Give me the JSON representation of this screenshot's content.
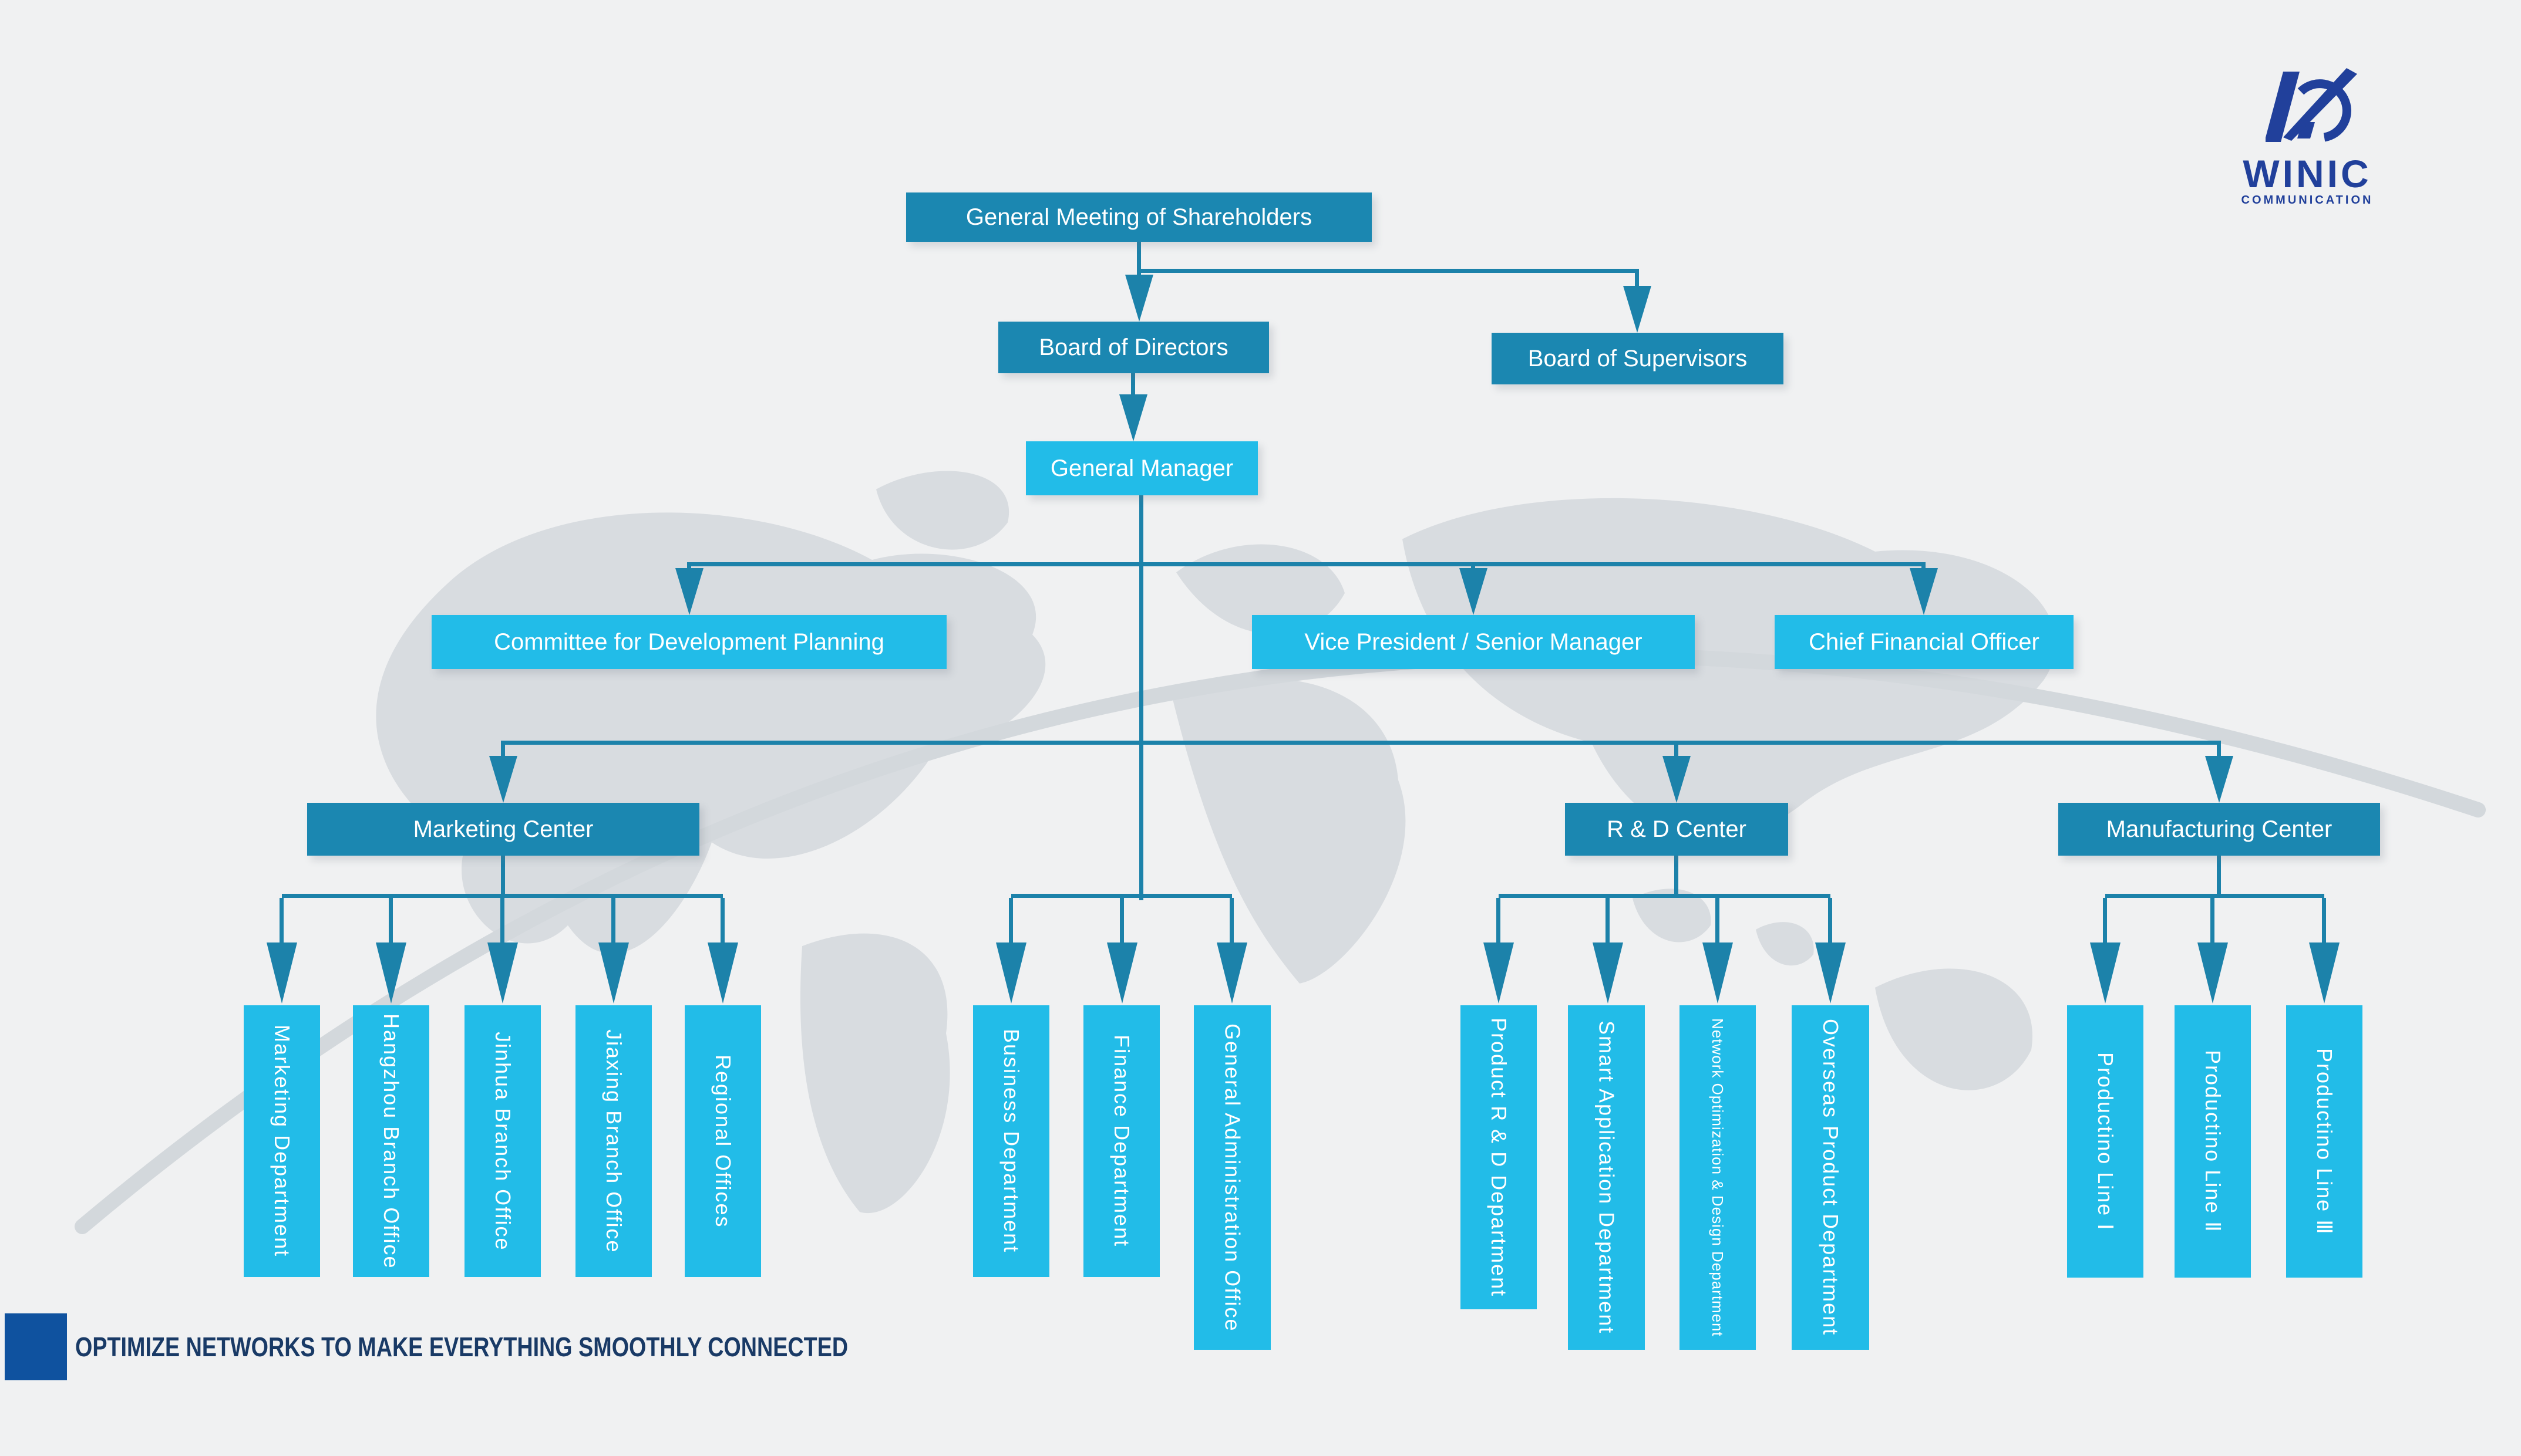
{
  "logo": {
    "name": "WINIC",
    "subtitle": "COMMUNICATION"
  },
  "tagline": "OPTIMIZE NETWORKS TO MAKE EVERYTHING SMOOTHLY CONNECTED",
  "org": {
    "level1": {
      "shareholders": "General Meeting of Shareholders"
    },
    "level2": {
      "directors": "Board of Directors",
      "supervisors": "Board of Supervisors"
    },
    "level3": {
      "general_manager": "General Manager"
    },
    "level4": {
      "committee": "Committee for Development Planning",
      "vp": "Vice President / Senior Manager",
      "cfo": "Chief Financial Officer"
    },
    "centers": {
      "marketing": "Marketing Center",
      "rd": "R & D Center",
      "manufacturing": "Manufacturing Center"
    },
    "marketing_depts": [
      "Marketing Department",
      "Hangzhou Branch Office",
      "Jinhua Branch Office",
      "Jiaxing Branch Office",
      "Regional Offices"
    ],
    "gm_depts": [
      "Business Department",
      "Finance Department",
      "General Administration Office"
    ],
    "rd_depts": [
      "Product R & D Department",
      "Smart Application Department",
      "Network Optimization & Design Department",
      "Overseas Product Department"
    ],
    "mfg_depts": [
      "Productino Line Ⅰ",
      "Productino Line Ⅱ",
      "Productino Line Ⅲ"
    ]
  },
  "colors": {
    "background": "#f0f1f2",
    "node_dark": "#1b87b1",
    "node_light": "#22bce8",
    "connector": "#1c82aa",
    "map_watermark": "#d8dce0",
    "logo_navy": "#21409b",
    "tagline_text": "#193a66",
    "tagline_square": "#0f529f"
  }
}
